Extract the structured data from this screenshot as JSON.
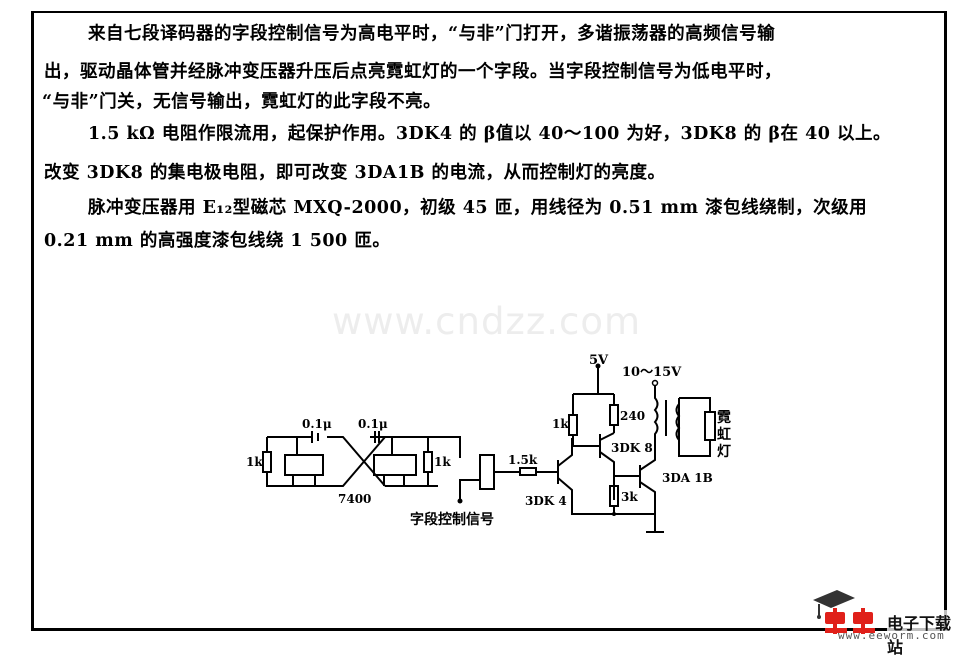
{
  "article": {
    "paragraphs": [
      {
        "lines": [
          "来自七段译码器的字段控制信号为高电平时，“与非”门打开，多谐振荡器的高频信号输",
          "出，驱动晶体管并经脉冲变压器升压后点亮霓虹灯的一个字段。当字段控制信号为低电平时，",
          "“与非”门关，无信号输出，霓虹灯的此字段不亮。"
        ]
      },
      {
        "lines": [
          "1.5 kΩ 电阻作限流用，起保护作用。3DK4 的 β值以 40～100 为好，3DK8 的 β在 40 以上。",
          "改变 3DK8 的集电极电阻，即可改变 3DA1B 的电流，从而控制灯的亮度。"
        ]
      },
      {
        "lines": [
          "脉冲变压器用 E₁₂型磁芯 MXQ-2000，初级 45 匝，用线径为 0.51 mm 漆包线绕制，次级用",
          "0.21 mm 的高强度漆包线绕 1 500 匝。"
        ]
      }
    ]
  },
  "watermark": "www.cndzz.com",
  "circuit": {
    "labels": {
      "cap_left": "0.1μ",
      "cap_right": "0.1μ",
      "res_left": "1k",
      "res_right": "1k",
      "ic": "7400",
      "signal_input": "字段控制信号",
      "res_base": "1.5k",
      "q1": "3DK 4",
      "supply_5v": "5V",
      "res_1k": "1k",
      "res_240": "240",
      "q2": "3DK 8",
      "res_3k": "3k",
      "supply_hv": "10～15V",
      "q3": "3DA 1B",
      "lamp_1": "霓",
      "lamp_2": "虹",
      "lamp_3": "灯"
    }
  },
  "logo": {
    "cn_text": "电子下载站",
    "url": "www.eeworm.com",
    "bug_color": "#e0201a"
  }
}
